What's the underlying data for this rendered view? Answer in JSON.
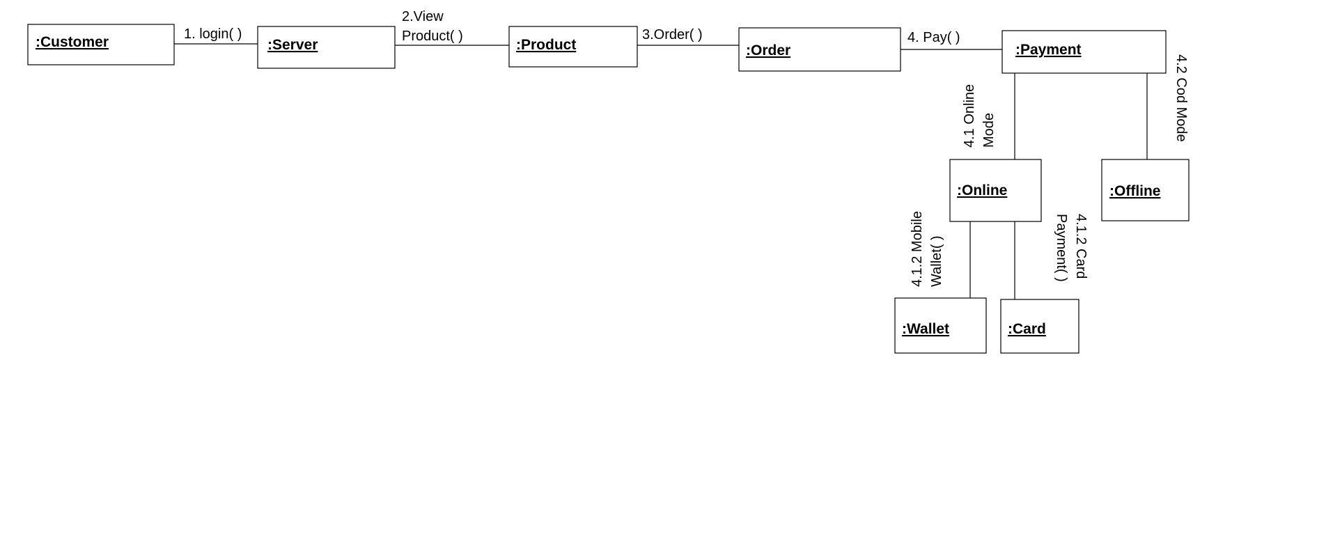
{
  "diagram": {
    "objects": {
      "customer": ":Customer",
      "server": ":Server",
      "product": ":Product",
      "order": ":Order",
      "payment": ":Payment",
      "online": ":Online",
      "offline": ":Offline",
      "wallet": ":Wallet",
      "card": ":Card"
    },
    "messages": {
      "login": "1. login( )",
      "view_product_line1": "2.View",
      "view_product_line2": "Product( )",
      "order": "3.Order( )",
      "pay": "4. Pay( )",
      "online_mode_line1": "4.1 Online",
      "online_mode_line2": "Mode",
      "cod_mode": "4.2 Cod Mode",
      "mobile_wallet_line1": "4.1.2 Mobile",
      "mobile_wallet_line2": "Wallet( )",
      "card_payment_line1": "4.1.2 Card",
      "card_payment_line2": "Payment( )"
    }
  }
}
